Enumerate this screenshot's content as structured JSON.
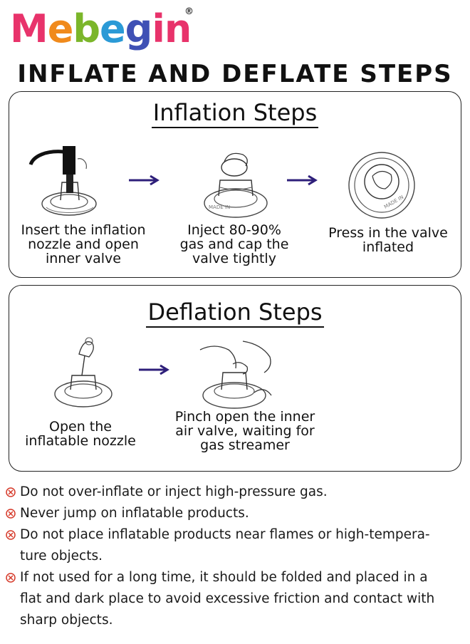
{
  "brand": {
    "name": "Mebegin",
    "letters": [
      "M",
      "e",
      "b",
      "e",
      "g",
      "i",
      "n"
    ],
    "letter_colors": [
      "#e8336b",
      "#f08a1c",
      "#7bb62a",
      "#2b9ad6",
      "#3f51b5",
      "#e8336b",
      "#e8336b"
    ],
    "registered": "®"
  },
  "title": "INFLATE AND DEFLATE STEPS",
  "inflation": {
    "heading": "Inflation Steps",
    "steps": [
      {
        "caption": [
          "Insert the inflation",
          "nozzle and open",
          "inner valve"
        ],
        "icon": "nozzle-insert-icon"
      },
      {
        "caption": [
          "Inject 80-90%",
          "gas and cap the",
          "valve tightly"
        ],
        "icon": "valve-cap-icon"
      },
      {
        "caption": [
          "Press in the valve",
          "inflated"
        ],
        "icon": "valve-pressed-icon"
      }
    ]
  },
  "deflation": {
    "heading": "Deflation Steps",
    "steps": [
      {
        "caption": [
          "Open the",
          "inflatable nozzle"
        ],
        "icon": "open-nozzle-icon"
      },
      {
        "caption": [
          "Pinch open the inner",
          "air valve, waiting for",
          "gas streamer"
        ],
        "icon": "pinch-valve-icon"
      }
    ]
  },
  "arrow_color": "#2e1f7a",
  "warning_color": "#d63a2a",
  "notes": [
    [
      "Do not over-inflate or inject high-pressure gas."
    ],
    [
      "Never jump on inflatable products."
    ],
    [
      "Do not place inflatable products near flames or high-tempera-",
      "ture objects."
    ],
    [
      "If not used for a long time, it should be folded and placed in a",
      "flat and dark place to avoid excessive friction and contact with",
      "sharp objects."
    ]
  ]
}
